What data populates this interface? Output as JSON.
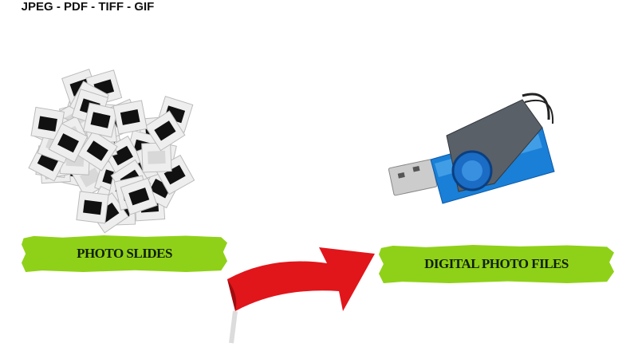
{
  "left_label": "PHOTO SLIDES",
  "right_label": "DIGITAL PHOTO FILES",
  "formats": "JPEG - PDF - TIFF - GIF",
  "colors": {
    "banner": "#8fd118",
    "arrow": "#e0161b",
    "usb_body": "#1a7fd6",
    "usb_cap": "#5a6068"
  }
}
